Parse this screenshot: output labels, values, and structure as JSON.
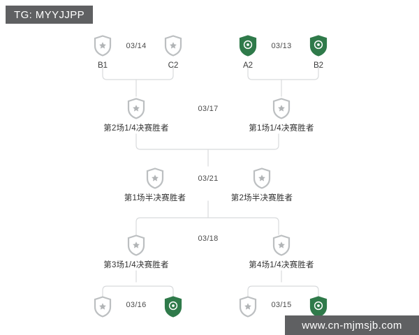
{
  "watermarks": {
    "top_tag": "TG: MYYJJPP",
    "bottom_url": "www.cn-mjmsjb.com"
  },
  "colors": {
    "badge_gray": "#b9bcbe",
    "badge_green": "#2f7a4a",
    "line": "#d6d8da",
    "text": "#3d3d3d",
    "watermark_bg": "#5f6062",
    "background": "#ffffff"
  },
  "bracket": {
    "type": "single-elimination",
    "rows": [
      {
        "row_id": "quarterfinal-top",
        "matches": [
          {
            "match_id": "qf-1",
            "date": "03/14",
            "teams": [
              {
                "label": "B1",
                "badge": "shield-star-gray-icon"
              },
              {
                "label": "C2",
                "badge": "shield-star-gray-icon"
              }
            ]
          },
          {
            "match_id": "qf-2",
            "date": "03/13",
            "teams": [
              {
                "label": "A2",
                "badge": "shield-soccer-green-icon"
              },
              {
                "label": "B2",
                "badge": "shield-soccer-green-icon"
              }
            ]
          }
        ]
      },
      {
        "row_id": "semifinal-top",
        "matches": [
          {
            "match_id": "sf-1",
            "date": "03/17",
            "teams": [
              {
                "label": "第2场1/4决赛胜者",
                "badge": "shield-star-gray-icon"
              },
              {
                "label": "第1场1/4决赛胜者",
                "badge": "shield-star-gray-icon"
              }
            ]
          }
        ]
      },
      {
        "row_id": "final",
        "matches": [
          {
            "match_id": "final-1",
            "date": "03/21",
            "teams": [
              {
                "label": "第1场半决赛胜者",
                "badge": "shield-star-gray-icon"
              },
              {
                "label": "第2场半决赛胜者",
                "badge": "shield-star-gray-icon"
              }
            ]
          }
        ]
      },
      {
        "row_id": "semifinal-bottom",
        "matches": [
          {
            "match_id": "sf-2",
            "date": "03/18",
            "teams": [
              {
                "label": "第3场1/4决赛胜者",
                "badge": "shield-star-gray-icon"
              },
              {
                "label": "第4场1/4决赛胜者",
                "badge": "shield-star-gray-icon"
              }
            ]
          }
        ]
      },
      {
        "row_id": "quarterfinal-bottom",
        "matches": [
          {
            "match_id": "qf-3",
            "date": "03/16",
            "teams": [
              {
                "label": "",
                "badge": "shield-star-gray-icon"
              },
              {
                "label": "",
                "badge": "shield-soccer-green-icon"
              }
            ]
          },
          {
            "match_id": "qf-4",
            "date": "03/15",
            "teams": [
              {
                "label": "",
                "badge": "shield-star-gray-icon"
              },
              {
                "label": "",
                "badge": "shield-soccer-green-icon"
              }
            ]
          }
        ]
      }
    ]
  }
}
